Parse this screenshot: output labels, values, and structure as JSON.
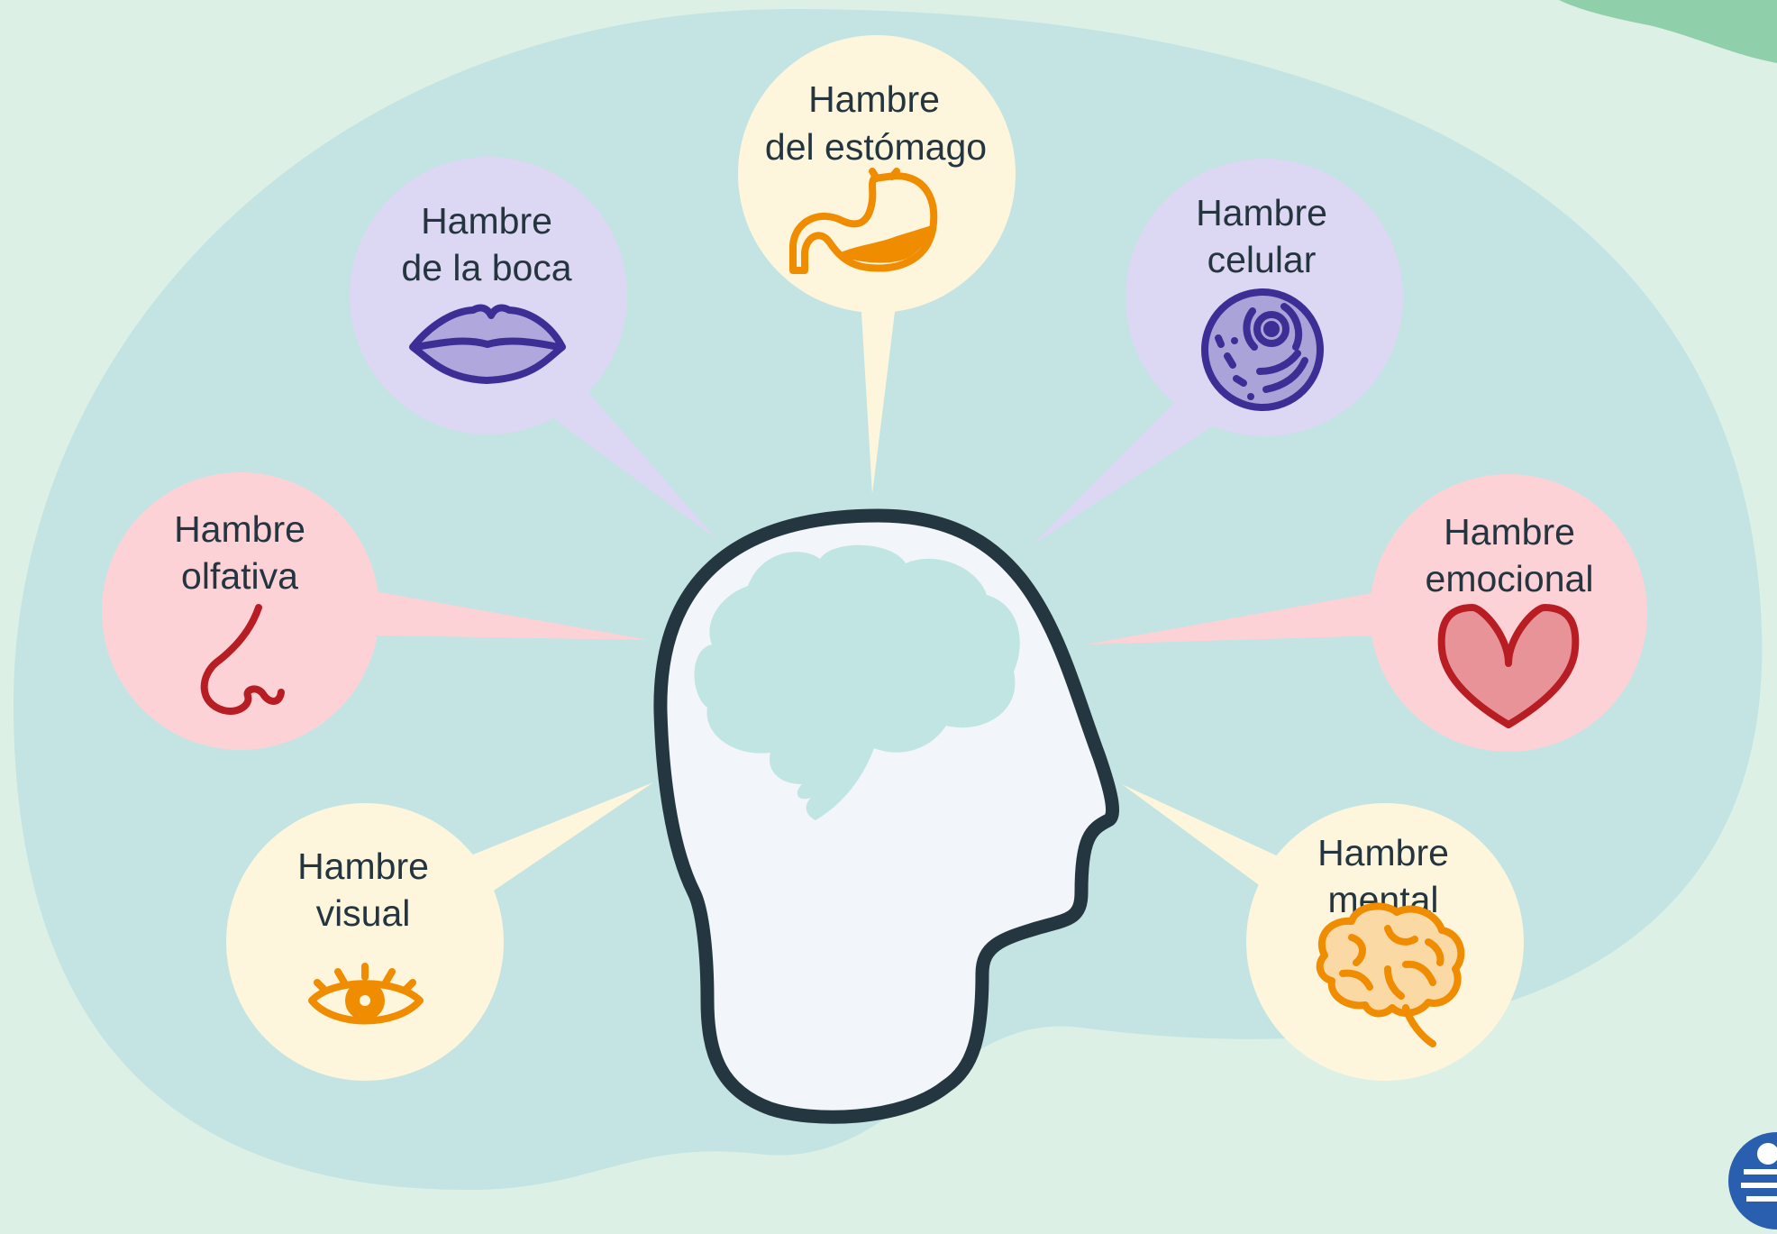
{
  "colors": {
    "page_background": "#dcf0e6",
    "blob_background": "#c3e4e2",
    "bubble_yellow": "#fdf6dc",
    "bubble_purple": "#dcd7f3",
    "bubble_pink": "#fcd2d6",
    "accent_orange": "#f08c00",
    "accent_purple": "#3d2e96",
    "accent_red": "#b81d24",
    "head_fill": "#f2f5f9",
    "head_outline": "#243640",
    "brain_fill": "#c0e5e2"
  },
  "center": {
    "icon": "human-head-icon"
  },
  "bubbles": [
    {
      "id": "stomach",
      "line1": "Hambre",
      "line2": "del estómago",
      "icon": "stomach-icon",
      "color": "yellow"
    },
    {
      "id": "mouth",
      "line1": "Hambre",
      "line2": "de la boca",
      "icon": "lips-icon",
      "color": "purple"
    },
    {
      "id": "cellular",
      "line1": "Hambre",
      "line2": "celular",
      "icon": "cell-icon",
      "color": "purple"
    },
    {
      "id": "olfactory",
      "line1": "Hambre",
      "line2": "olfativa",
      "icon": "nose-icon",
      "color": "pink"
    },
    {
      "id": "emotional",
      "line1": "Hambre",
      "line2": "emocional",
      "icon": "heart-icon",
      "color": "pink"
    },
    {
      "id": "visual",
      "line1": "Hambre",
      "line2": "visual",
      "icon": "eye-icon",
      "color": "yellow"
    },
    {
      "id": "mental",
      "line1": "Hambre",
      "line2": "mental",
      "icon": "brain-icon",
      "color": "yellow"
    }
  ],
  "logo": {
    "icon": "brand-logo-icon"
  }
}
